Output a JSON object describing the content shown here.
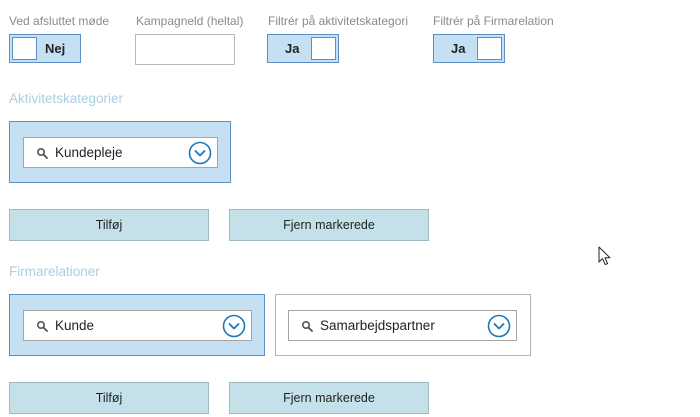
{
  "filters": {
    "meeting_ended": {
      "label": "Ved afsluttet møde",
      "value": "Nej"
    },
    "campaign_money": {
      "label": "Kampagneld (heltal)",
      "value": ""
    },
    "filter_activity_category": {
      "label": "Filtrér på aktivitetskategori",
      "value": "Ja"
    },
    "filter_company_relation": {
      "label": "Filtrér på Firmarelation",
      "value": "Ja"
    }
  },
  "activity_categories": {
    "title": "Aktivitetskategorier",
    "items": [
      {
        "value": "Kundepleje",
        "selected": true
      }
    ],
    "add_label": "Tilføj",
    "remove_label": "Fjern markerede"
  },
  "company_relations": {
    "title": "Firmarelationer",
    "items": [
      {
        "value": "Kunde",
        "selected": true
      },
      {
        "value": "Samarbejdspartner",
        "selected": false
      }
    ],
    "add_label": "Tilføj",
    "remove_label": "Fjern markerede"
  },
  "colors": {
    "accent": "#5b8ec5",
    "selected_fill": "#c5dff3",
    "button_fill": "#c4e1ea",
    "section_title": "#a9cfe2",
    "chevron": "#1a78b8"
  },
  "icons": {
    "search": "search-icon",
    "dropdown": "chevron-down-icon",
    "pointer": "mouse-pointer-icon"
  }
}
